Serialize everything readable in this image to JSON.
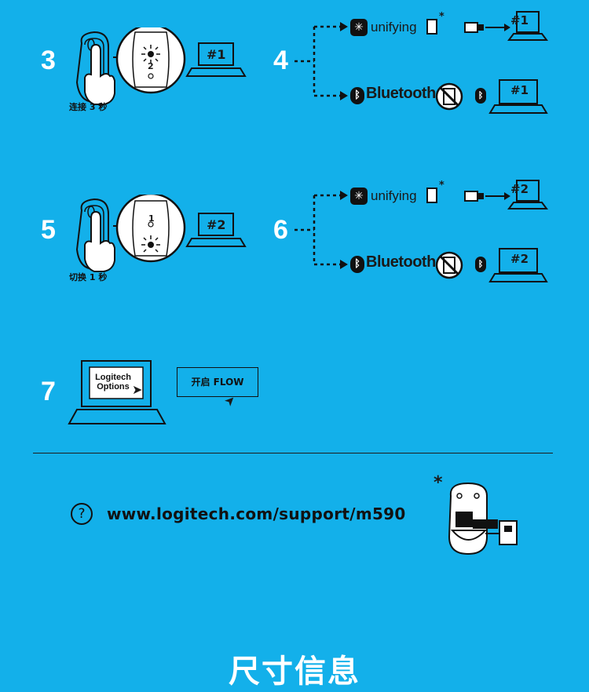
{
  "steps": [
    {
      "num": "3",
      "caption": "连接 3 秒",
      "computer": "#1"
    },
    {
      "num": "4"
    },
    {
      "num": "5",
      "caption": "切换 1 秒",
      "computer": "#2"
    },
    {
      "num": "6"
    },
    {
      "num": "7"
    }
  ],
  "pairing_row4": {
    "unifying": "unifying",
    "bluetooth": "Bluetooth",
    "computer_a": "#1",
    "computer_b": "#1"
  },
  "pairing_row6": {
    "unifying": "unifying",
    "bluetooth": "Bluetooth",
    "computer_a": "#2",
    "computer_b": "#2"
  },
  "channel_labels": {
    "one": "1",
    "two": "2"
  },
  "software": {
    "line1": "Logitech",
    "line2": "Options",
    "flow_button": "开启 FLOW"
  },
  "support": {
    "url": "www.logitech.com/support/m590",
    "help_symbol": "?",
    "asterisk": "*"
  },
  "section_title": "尺寸信息",
  "colors": {
    "background": "#13b0ea",
    "ink": "#111111",
    "white": "#ffffff"
  }
}
